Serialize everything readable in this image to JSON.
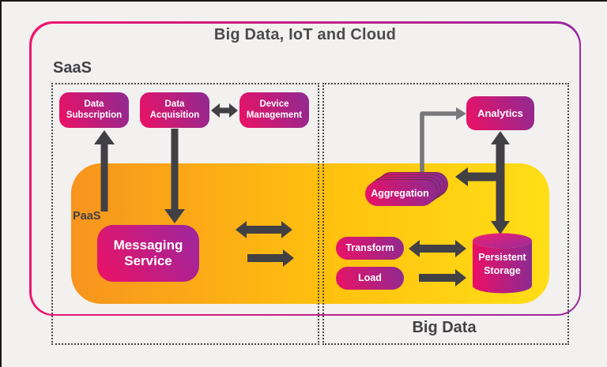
{
  "title": "Big Data, IoT and Cloud",
  "regions": {
    "saas": "SaaS",
    "paas": "PaaS",
    "big_data": "Big Data"
  },
  "nodes": {
    "data_subscription": "Data Subscription",
    "data_acquisition": "Data Acquisition",
    "device_management": "Device Management",
    "messaging_service": "Messaging Service",
    "analytics": "Analytics",
    "aggregation": "Aggregation",
    "transform": "Transform",
    "load": "Load",
    "persistent_storage": "Persistent Storage"
  },
  "colors": {
    "background": "#F2F1F0",
    "node_gradient_start": "#EC1164",
    "node_gradient_end": "#8E2A92",
    "band_gradient_start": "#F7941E",
    "band_gradient_end": "#FFDE17",
    "frame_gradient_start": "#EF166C",
    "frame_gradient_end": "#9B27A0",
    "arrow": "#414044",
    "connector_gray": "#77787B",
    "label_text": "#4B4B4D",
    "node_text": "#FFFFFF"
  }
}
